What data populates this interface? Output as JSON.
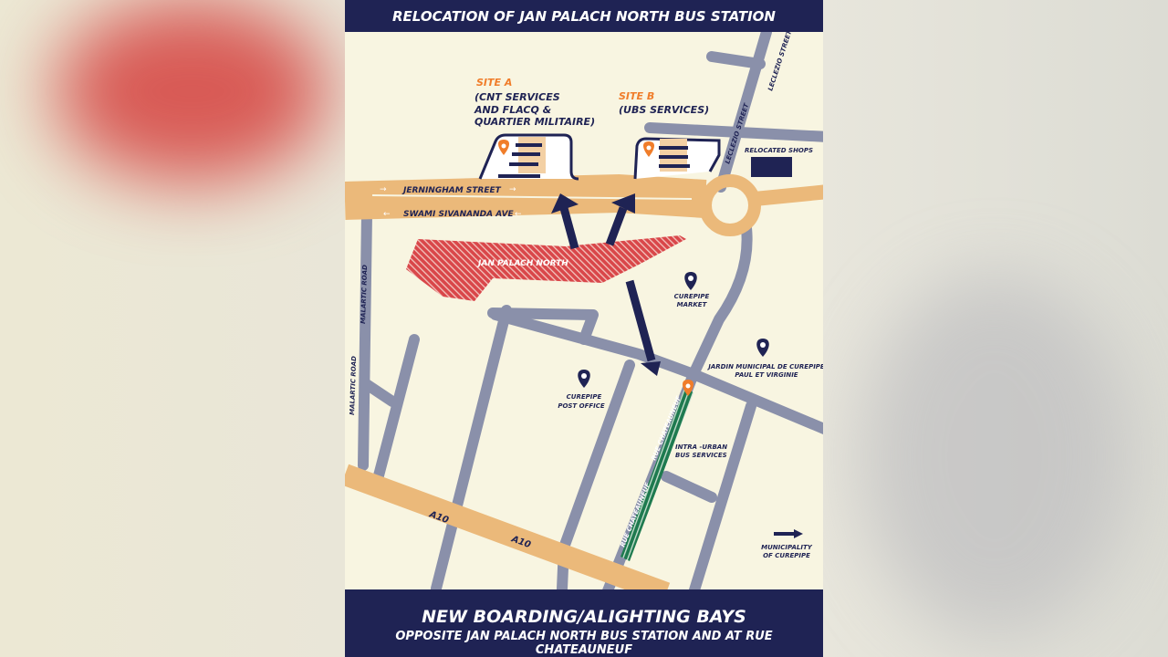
{
  "header": {
    "title": "RELOCATION OF JAN PALACH NORTH BUS STATION"
  },
  "footer": {
    "line1": "NEW BOARDING/ALIGHTING BAYS",
    "line2": "OPPOSITE JAN PALACH NORTH BUS STATION AND AT RUE CHATEAUNEUF"
  },
  "sites": {
    "a": {
      "title": "SITE A",
      "lines": [
        "(CNT SERVICES",
        "AND FLACQ &",
        "QUARTIER MILITAIRE)"
      ]
    },
    "b": {
      "title": "SITE B",
      "lines": [
        "(UBS SERVICES)"
      ]
    }
  },
  "streets": {
    "jerningham": "JERNINGHAM STREET",
    "swami": "SWAMI SIVANANDA AVE",
    "leclezio": "LECLEZIO STREET",
    "malartic": "MALARTIC ROAD",
    "chateauneuf": "RUE CHATEAUNEUF",
    "a10": "A10"
  },
  "places": {
    "jan_palach": "JAN PALACH NORTH",
    "relocated_shops": "RELOCATED SHOPS",
    "market": [
      "CUREPIPE",
      "MARKET"
    ],
    "post_office": [
      "CUREPIPE",
      "POST OFFICE"
    ],
    "jardin": [
      "JARDIN MUNICIPAL DE CUREPIPE",
      "PAUL ET VIRGINIE"
    ],
    "intra_urban": [
      "INTRA -URBAN",
      "BUS SERVICES"
    ],
    "municipality": [
      "MUNICIPALITY",
      "OF CUREPIPE"
    ]
  },
  "colors": {
    "navy": "#1f2354",
    "road_grey": "#8a90aa",
    "main_road": "#ebb97a",
    "zone_red": "#d9474a",
    "bay_green": "#1e7a4f",
    "pin_orange": "#f07d2a"
  }
}
